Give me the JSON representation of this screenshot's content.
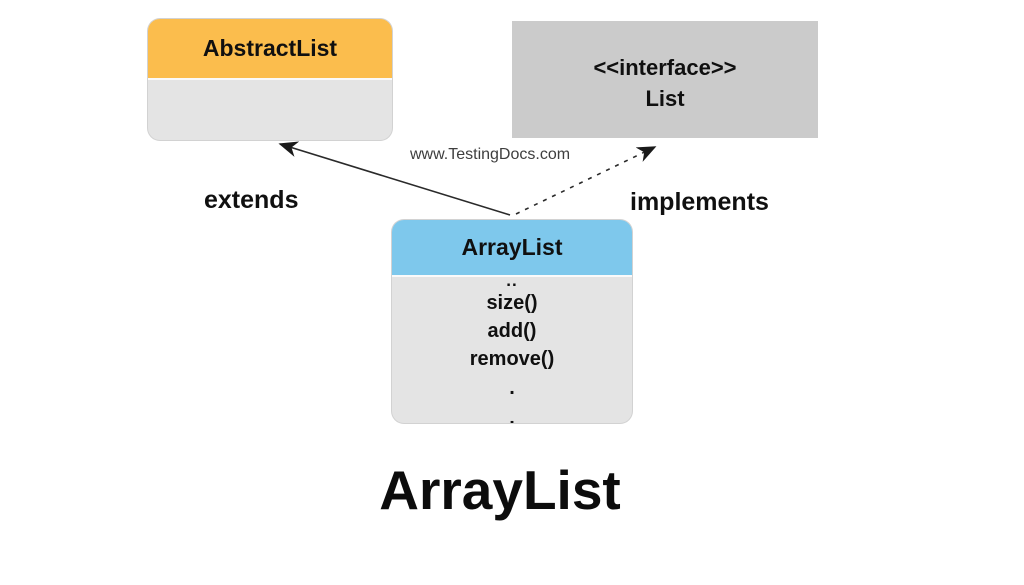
{
  "title": "ArrayList",
  "labels": {
    "extends": "extends",
    "implements": "implements",
    "watermark": "www.TestingDocs.com"
  },
  "boxes": {
    "abstractlist": {
      "title": "AbstractList"
    },
    "list": {
      "stereotype": "<<interface>>",
      "title": "List"
    },
    "arraylist": {
      "title": "ArrayList",
      "top_dots": "..",
      "methods": [
        "size()",
        "add()",
        "remove()"
      ],
      "bottom_dots": [
        ".",
        "."
      ]
    }
  },
  "relations": [
    {
      "from": "ArrayList",
      "to": "AbstractList",
      "type": "extends",
      "line": "solid"
    },
    {
      "from": "ArrayList",
      "to": "List",
      "type": "implements",
      "line": "dashed"
    }
  ],
  "colors": {
    "abstractlist_header": "#FBBD4D",
    "arraylist_header": "#7EC8EC",
    "class_body": "#E4E4E4",
    "interface_box": "#CBCBCB",
    "connector": "#2A2A2A",
    "watermark_text": "#3E3E3E"
  }
}
